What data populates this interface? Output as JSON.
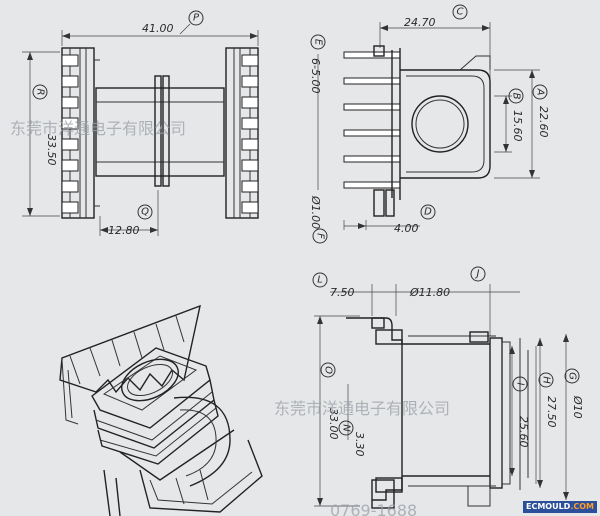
{
  "dimensions": {
    "P": "41.00",
    "R": "33.50",
    "Q": "12.80",
    "C": "24.70",
    "E": "6-5.00",
    "A": "22.60",
    "B": "15.60",
    "F": "Ø1.00",
    "D": "4.00",
    "L": "7.50",
    "J": "Ø11.80",
    "O": "33.00",
    "N": "3.30",
    "I": "25.60",
    "H": "27.50",
    "G": "Ø10"
  },
  "tags": [
    "P",
    "R",
    "Q",
    "C",
    "E",
    "A",
    "B",
    "F",
    "D",
    "L",
    "J",
    "O",
    "N",
    "I",
    "H",
    "G"
  ],
  "watermark": {
    "line1": "东莞市洋通电子有限公司",
    "line2": "东莞市洋通电子有限公司",
    "line3": "0769-1688"
  },
  "logo": {
    "main": "ECMOULD",
    "suffix": ".COM"
  }
}
